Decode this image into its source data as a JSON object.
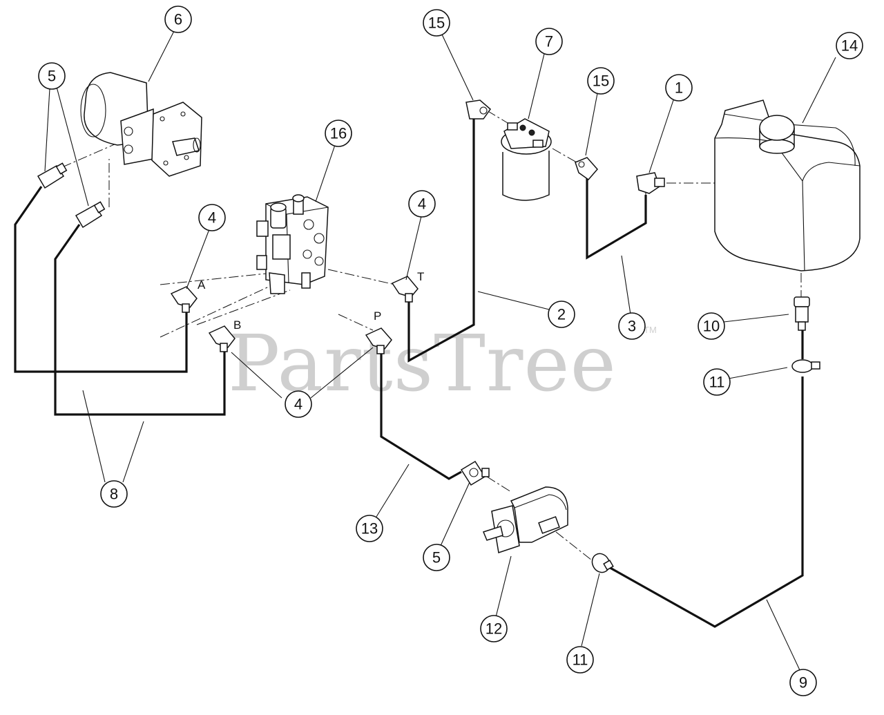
{
  "watermark": {
    "text": "PartsTree",
    "mark": "TM"
  },
  "ports": {
    "a": "A",
    "b": "B",
    "p": "P",
    "t": "T"
  },
  "callouts": {
    "c1": "1",
    "c2": "2",
    "c3": "3",
    "c4a": "4",
    "c4b": "4",
    "c4c": "4",
    "c5a": "5",
    "c5b": "5",
    "c6": "6",
    "c7": "7",
    "c8": "8",
    "c9": "9",
    "c10": "10",
    "c11a": "11",
    "c11b": "11",
    "c12": "12",
    "c13": "13",
    "c14": "14",
    "c15a": "15",
    "c15b": "15",
    "c16": "16"
  },
  "colors": {
    "line": "#111111",
    "watermark": "#cfcfcf",
    "background": "#ffffff"
  }
}
